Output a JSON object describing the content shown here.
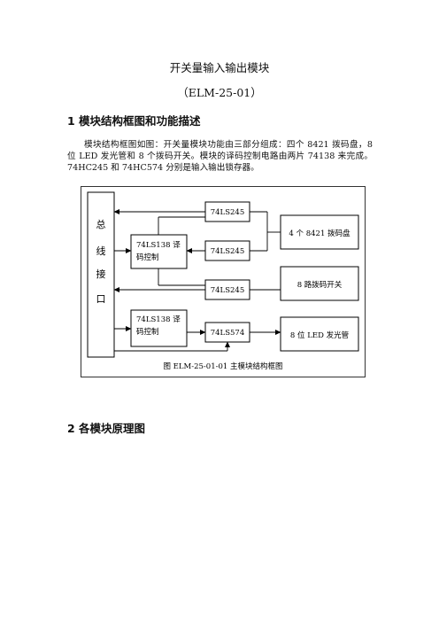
{
  "title": "开关量输入输出模块",
  "subtitle": "（ELM-25-01）",
  "section1": {
    "heading": "1  模块结构框图和功能描述"
  },
  "paragraph": "模块结构框图如图：开关量模块功能由三部分组成：四个 8421 拨码盘，8 位 LED 发光管和 8 个拨码开关。模块的译码控制电路由两片 74138 来完成。74HC245 和 74HC574 分别是输入输出锁存器。",
  "diagram": {
    "bus_lines": [
      "总",
      "线",
      "接",
      "口"
    ],
    "decoder1_line1": "74LS138  译",
    "decoder1_line2": "码控制",
    "decoder2_line1": "74LS138  译",
    "decoder2_line2": "码控制",
    "chip_245_a": "74LS245",
    "chip_245_b": "74LS245",
    "chip_245_c": "74LS245",
    "chip_574": "74LS574",
    "dial": "4 个 8421 拨码盘",
    "switch": "8 路拨码开关",
    "led": "8 位 LED 发光管",
    "caption": "图 ELM-25-01-01 主模块结构框图"
  },
  "section2": {
    "heading": "2  各模块原理图"
  }
}
